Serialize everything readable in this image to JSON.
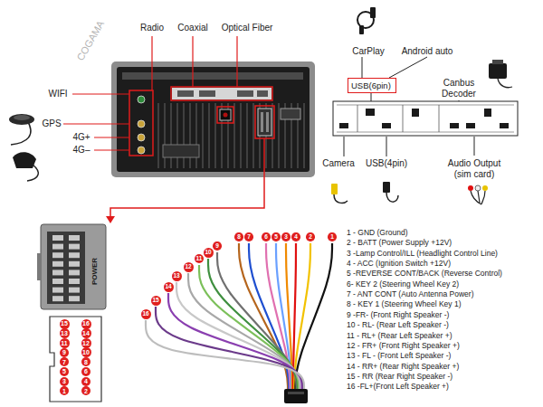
{
  "diagram": {
    "nodes": [
      {
        "text": [
          "USB(6pin)"
        ]
      },
      {
        "text": [
          "15"
        ]
      },
      {
        "text": [
          "16"
        ]
      },
      {
        "text": [
          "13"
        ]
      },
      {
        "text": [
          "14"
        ]
      },
      {
        "text": [
          "11"
        ]
      },
      {
        "text": [
          "12"
        ]
      },
      {
        "text": [
          "9"
        ]
      },
      {
        "text": [
          "10"
        ]
      },
      {
        "text": [
          "7"
        ]
      },
      {
        "text": [
          "8"
        ]
      },
      {
        "text": [
          "5"
        ]
      },
      {
        "text": [
          "6"
        ]
      },
      {
        "text": [
          "3"
        ]
      },
      {
        "text": [
          "4"
        ]
      },
      {
        "text": [
          "1"
        ]
      },
      {
        "text": [
          "2"
        ]
      },
      {
        "text": [
          "8"
        ]
      },
      {
        "text": [
          "7"
        ]
      },
      {
        "text": [
          "6"
        ]
      },
      {
        "text": [
          "5"
        ]
      },
      {
        "text": [
          "3"
        ]
      },
      {
        "text": [
          "4"
        ]
      },
      {
        "text": [
          "2"
        ]
      },
      {
        "text": [
          "1"
        ]
      },
      {
        "text": [
          "9"
        ]
      },
      {
        "text": [
          "10"
        ]
      },
      {
        "text": [
          "11"
        ]
      },
      {
        "text": [
          "12"
        ]
      },
      {
        "text": [
          "13"
        ]
      },
      {
        "text": [
          "14"
        ]
      },
      {
        "text": [
          "15"
        ]
      },
      {
        "text": [
          "16"
        ]
      }
    ],
    "labels": [
      "Radio",
      "Coaxial",
      "Optical Fiber",
      "WIFI",
      "GPS",
      "4G+",
      "4G–",
      "CarPlay",
      "Android auto",
      "Canbus Decoder",
      "Camera",
      "USB(4pin)",
      "Audio Output (sim card)",
      "POWER",
      "1 - GND (Ground)",
      "2 - BATT (Power Supply +12V)",
      "3 -Lamp Control/ILL (Headlight Control Line)",
      "4 - ACC (Ignition Switch +12V)",
      "5 -REVERSE CONT/BACK (Reverse Control)",
      "6- KEY 2 (Steering Wheel Key 2)",
      "7 - ANT CONT (Auto Antenna Power)",
      "8 - KEY 1 (Steering Wheel Key 1)",
      "9 -FR- (Front Right Speaker -)",
      "10 - RL- (Rear Left Speaker -)",
      "11 - RL+ (Rear Left Speaker +)",
      "12 - FR+ (Front Right Speaker +)",
      "13 - FL - (Front Left Speaker -)",
      "14 - RR+ (Rear Right Speaker +)",
      "15 - RR (Rear Right Speaker -)",
      "16 -FL+(Front Left Speaker +)",
      "COGAMA"
    ]
  }
}
